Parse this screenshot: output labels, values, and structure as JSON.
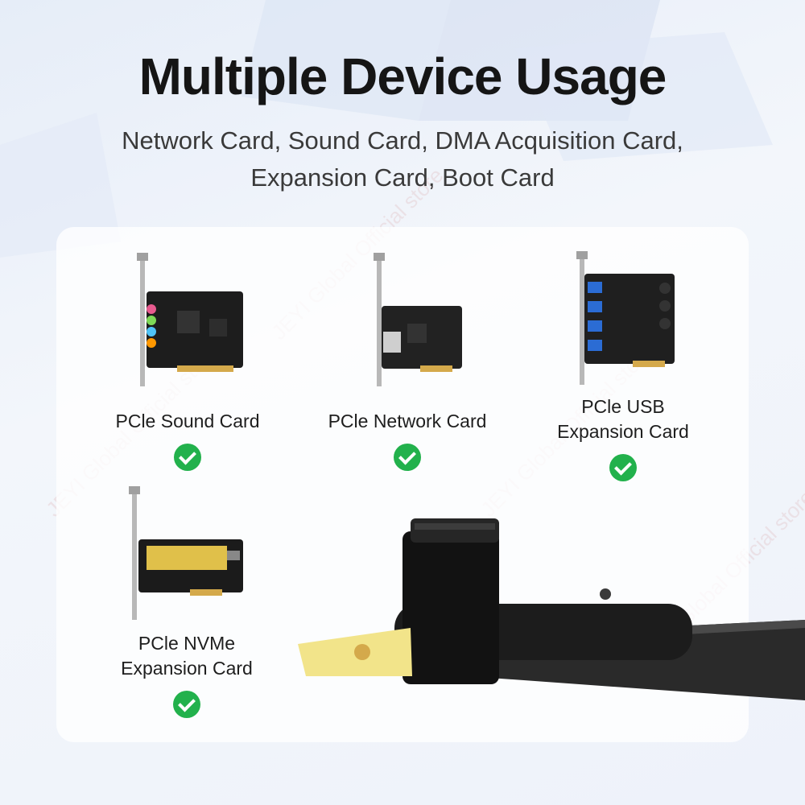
{
  "header": {
    "title": "Multiple Device Usage",
    "subtitle_line1": "Network Card, Sound Card, DMA Acquisition Card,",
    "subtitle_line2": "Expansion Card, Boot Card"
  },
  "cards": [
    {
      "line1": "PCle Sound Card",
      "line2": ""
    },
    {
      "line1": "PCle Network Card",
      "line2": ""
    },
    {
      "line1": "PCle USB",
      "line2": "Expansion Card"
    },
    {
      "line1": "PCle NVMe",
      "line2": "Expansion Card"
    }
  ],
  "watermark": "JEYI Global Official store",
  "colors": {
    "check": "#22b14c",
    "title": "#151515"
  }
}
